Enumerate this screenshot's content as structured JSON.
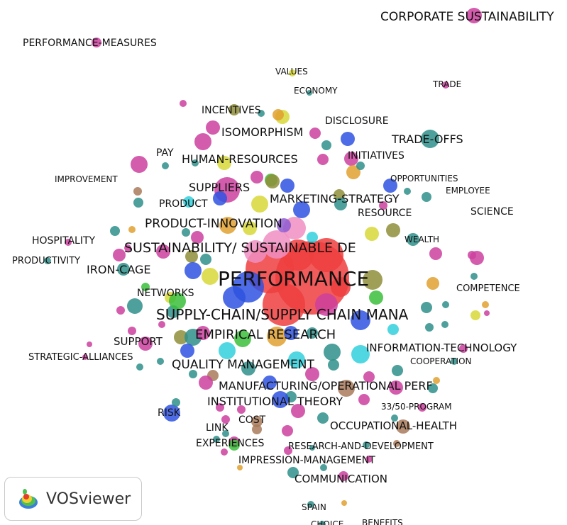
{
  "app": {
    "name": "VOSviewer"
  },
  "cluster_colors": {
    "red": "#ef3e3e",
    "pink": "#e44aa9",
    "magenta": "#cc3f9f",
    "blue": "#2f52e0",
    "teal": "#2e8f8a",
    "cyan": "#33d0dc",
    "green": "#3bbf3b",
    "olive": "#8e8e3a",
    "yellow": "#d8d838",
    "orange": "#e0a030",
    "brown": "#a87a5a",
    "purple": "#8e5ad0",
    "light_pink": "#f08fc2"
  },
  "keywords": [
    "CORPORATE SUSTAINABILITY",
    "PERFORMANCE-MEASURES",
    "VALUES",
    "ECONOMY",
    "TRADE",
    "INCENTIVES",
    "DISCLOSURE",
    "ISOMORPHISM",
    "TRADE-OFFS",
    "PAY",
    "HUMAN-RESOURCES",
    "INITIATIVES",
    "IMPROVEMENT",
    "OPPORTUNITIES",
    "SUPPLIERS",
    "EMPLOYEE",
    "MARKETING-STRATEGY",
    "PRODUCT",
    "RESOURCE",
    "SCIENCE",
    "PRODUCT-INNOVATION",
    "HOSPITALITY",
    "WEALTH",
    "SUSTAINABILITY/ SUSTAINABLE DE",
    "PRODUCTIVITY",
    "IRON-CAGE",
    "PERFORMANCE",
    "COMPETENCE",
    "NETWORKS",
    "SUPPLY-CHAIN/SUPPLY CHAIN MANA",
    "EMPIRICAL RESEARCH",
    "SUPPORT",
    "INFORMATION-TECHNOLOGY",
    "STRATEGIC-ALLIANCES",
    "COOPERATION",
    "QUALITY MANAGEMENT",
    "MANUFACTURING/OPERATIONAL PERF",
    "INSTITUTIONAL THEORY",
    "33/50-PROGRAM",
    "RISK",
    "COST",
    "OCCUPATIONAL-HEALTH",
    "LINK",
    "EXPERIENCES",
    "RESEARCH-AND-DEVELOPMENT",
    "IMPRESSION-MANAGEMENT",
    "COMMUNICATION",
    "SPAIN",
    "CHOICE",
    "BENEFITS"
  ]
}
